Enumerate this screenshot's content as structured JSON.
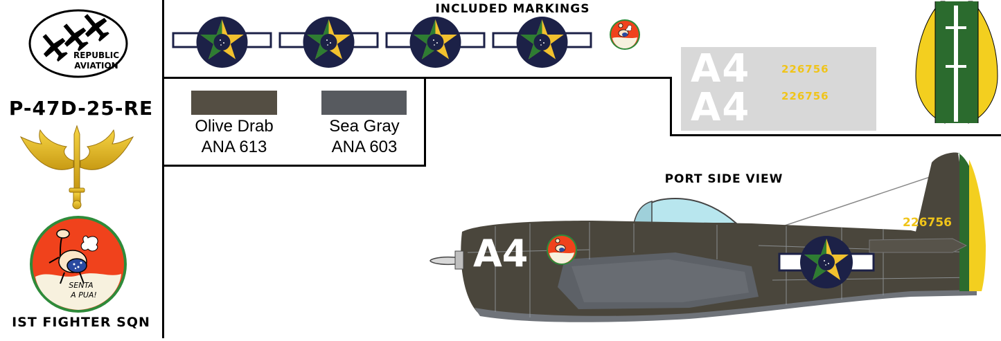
{
  "manufacturer_logo": {
    "line1": "REPUBLIC",
    "line2": "AVIATION"
  },
  "aircraft_type": "P-47D-25-RE",
  "squadron_badge_motto": [
    "SENTA",
    "A PUA!"
  ],
  "squadron_name": "IST FIGHTER SQN",
  "markings_title": "INCLUDED MARKINGS",
  "paints": [
    {
      "name": "Olive Drab",
      "code": "ANA 613",
      "color": "#544e43"
    },
    {
      "name": "Sea Gray",
      "code": "ANA 603",
      "color": "#575a5f"
    }
  ],
  "codes": {
    "letter_code_1": "A4",
    "letter_code_2": "A4",
    "serial_1": "226756",
    "serial_2": "226756"
  },
  "view_label": "PORT SIDE VIEW",
  "aircraft": {
    "letter_code": "A4",
    "serial": "226756"
  },
  "colors": {
    "roundel_blue": "#1c2147",
    "roundel_green": "#2e7d32",
    "roundel_yellow": "#f2c12e",
    "rudder_green": "#2b6b2e",
    "rudder_yellow": "#f3cf1f",
    "badge_red": "#f0421c"
  }
}
